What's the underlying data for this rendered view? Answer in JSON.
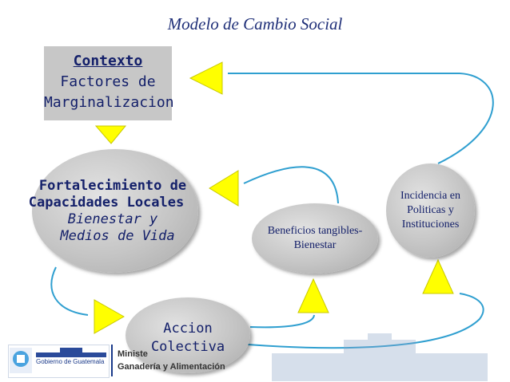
{
  "title": "Modelo de Cambio Social",
  "context": {
    "heading": "Contexto",
    "line1": "Factores de",
    "line2": "Marginalizacion"
  },
  "nodes": {
    "fortalecimiento": {
      "line1": "Fortalecimiento de",
      "line2": "Capacidades Locales",
      "line3": "Bienestar y",
      "line4": "Medios de Vida"
    },
    "beneficios": {
      "line1": "Beneficios tangibles-",
      "line2": "Bienestar"
    },
    "incidencia": {
      "line1": "Incidencia en",
      "line2": "Politicas y",
      "line3": "Instituciones"
    },
    "accion": {
      "line1": "Accion",
      "line2": "Colectiva"
    }
  },
  "footer": {
    "gov_label": "Gobierno de Guatemala",
    "ministry_line1": "Ministe",
    "ministry_line2": "Ganadería y Alimentación"
  },
  "colors": {
    "title": "#1f2f78",
    "text": "#14206a",
    "box": "#c7c7c7",
    "arrow": "#ffff00",
    "connector": "#2f9fd0"
  }
}
